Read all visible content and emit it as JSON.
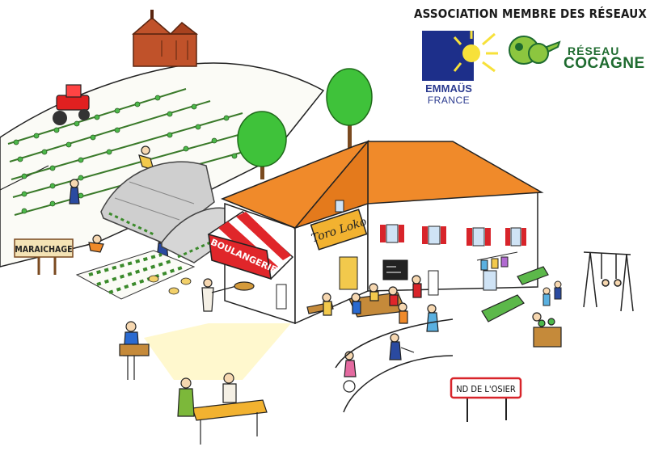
{
  "header": {
    "association_label": "ASSOCIATION MEMBRE DES RÉSEAUX"
  },
  "logos": {
    "emmaus": {
      "name": "EMMAÜS",
      "country": "FRANCE",
      "color": "#1d2f8a",
      "icon": "sun-icon"
    },
    "cocagne": {
      "line1": "RÉSEAU",
      "line2": "COCAGNE",
      "color": "#1e6b2f",
      "icon": "watering-can-icon"
    }
  },
  "signs": {
    "maraichage": "MARAICHAGE",
    "boulangerie": "BOULANGERIE",
    "toro_loko": "Toro Loko",
    "village": "ND DE L'OSIER"
  },
  "colors": {
    "roof": "#f08a2a",
    "wall": "#ffffff",
    "tree": "#3fc23a",
    "greenhouse": "#cfcfcf",
    "church": "#c0522a",
    "tractor": "#e02020",
    "awning_red": "#e0262a",
    "shutter": "#d8242a"
  }
}
